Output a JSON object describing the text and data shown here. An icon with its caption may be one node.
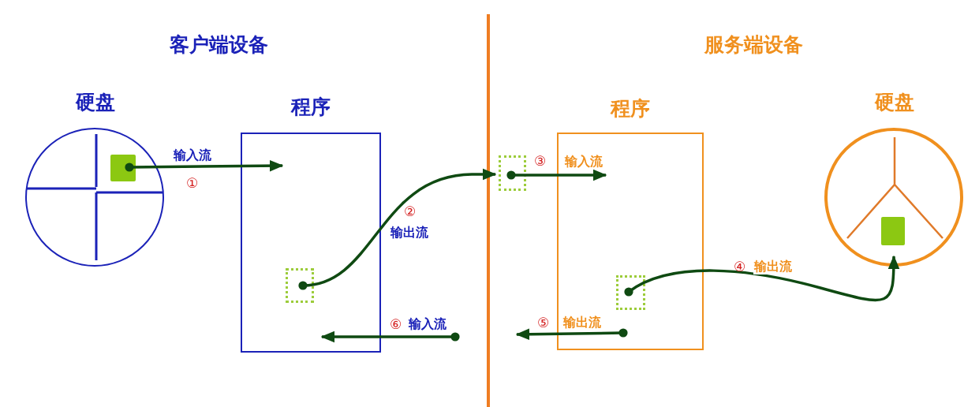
{
  "diagram": {
    "nodes": [
      {
        "text": [
          "硬盘"
        ]
      },
      {
        "text": [],
        "shape": "box",
        "in": 0
      },
      {
        "text": [
          "程序"
        ]
      },
      {
        "text": [],
        "shape": "box",
        "in": 2
      },
      {
        "text": [
          "程序"
        ]
      },
      {
        "text": [],
        "shape": "box"
      },
      {
        "text": [],
        "shape": "box",
        "in": 4
      },
      {
        "text": [
          "硬盘"
        ]
      },
      {
        "text": [],
        "shape": "box",
        "in": 7
      }
    ],
    "edges": [
      {
        "from": 1,
        "to": 2,
        "arrow": "to",
        "label": "输入流"
      },
      {
        "from": 3,
        "to": 5,
        "arrow": "to",
        "label": "输出流"
      },
      {
        "from": null,
        "to": 2,
        "arrow": "to",
        "label": "输入流"
      },
      {
        "from": 5,
        "to": 4,
        "arrow": "to",
        "label": "输入流"
      },
      {
        "from": 6,
        "to": 7,
        "arrow": "to",
        "label": "输出流"
      },
      {
        "from": 4,
        "to": null,
        "arrow": "to",
        "label": "输出流"
      }
    ],
    "labels": [
      "客户端设备",
      "服务端设备",
      "①",
      "②",
      "③",
      "④",
      "⑤",
      "⑥"
    ]
  }
}
